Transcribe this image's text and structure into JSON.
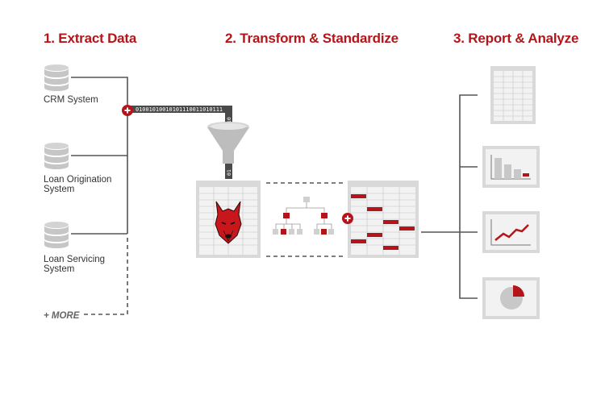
{
  "steps": [
    {
      "label": "1. Extract Data"
    },
    {
      "label": "2. Transform & Standardize"
    },
    {
      "label": "3. Report & Analyze"
    }
  ],
  "sources": [
    {
      "lines": [
        "CRM System"
      ],
      "icon": "database-icon"
    },
    {
      "lines": [
        "Loan Origination",
        "System"
      ],
      "icon": "database-icon"
    },
    {
      "lines": [
        "Loan Servicing",
        "System"
      ],
      "icon": "database-icon"
    }
  ],
  "more_label": "+ MORE",
  "bit_stream": {
    "horizontal": "01001010010101110011010111",
    "vertical_top": "010",
    "vertical_bottom": "01"
  },
  "outputs": [
    {
      "icon": "table-report-icon"
    },
    {
      "icon": "bar-chart-icon"
    },
    {
      "icon": "line-chart-icon"
    },
    {
      "icon": "pie-chart-icon"
    }
  ],
  "colors": {
    "accent": "#b4151b",
    "line": "#555555",
    "light_gray": "#d9d9d9",
    "mid_gray": "#bfbfbf"
  }
}
